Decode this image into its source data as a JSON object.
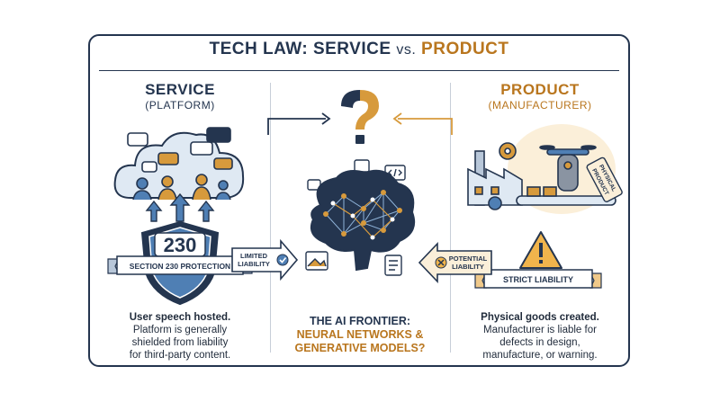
{
  "title": {
    "part1": "TECH LAW: SERVICE",
    "vs": "vs.",
    "part2": "PRODUCT"
  },
  "service": {
    "heading": "SERVICE",
    "subheading": "(PLATFORM)",
    "badge_number": "230",
    "banner": "SECTION 230 PROTECTION",
    "arrow_label": "LIMITED LIABILITY",
    "caption_line1": "User speech hosted.",
    "caption_line2": "Platform is generally",
    "caption_line3": "shielded from liability",
    "caption_line4": "for third-party content."
  },
  "center": {
    "frontier_line1": "THE AI FRONTIER:",
    "frontier_line2": "NEURAL NETWORKS &",
    "frontier_line3": "GENERATIVE MODELS?"
  },
  "product": {
    "heading": "PRODUCT",
    "subheading": "(MANUFACTURER)",
    "tag_line1": "PHYSICAL",
    "tag_line2": "PRODUCT",
    "banner": "STRICT LIABILITY",
    "arrow_label": "POTENTIAL LIABILITY",
    "caption_line1": "Physical goods created.",
    "caption_line2": "Manufacturer is liable for",
    "caption_line3": "defects in design,",
    "caption_line4": "manufacture, or warning."
  },
  "colors": {
    "navy": "#24354f",
    "gold": "#d79a3c",
    "blue": "#4f7fb4",
    "light_blue": "#dfe9f3",
    "cream": "#fbefd9"
  }
}
